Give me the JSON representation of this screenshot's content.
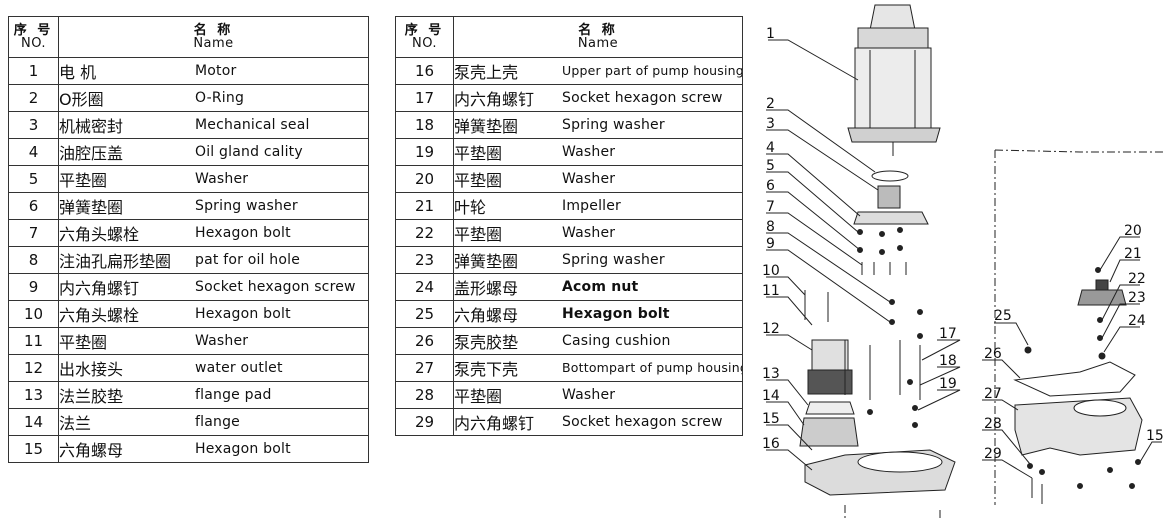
{
  "header": {
    "no_cn": "序 号",
    "no_en": "NO.",
    "name_cn": "名 称",
    "name_en": "Name"
  },
  "left_table": [
    {
      "no": "1",
      "cn": "电 机",
      "en": "Motor"
    },
    {
      "no": "2",
      "cn": "O形圈",
      "en": "O-Ring"
    },
    {
      "no": "3",
      "cn": "机械密封",
      "en": "Mechanical seal"
    },
    {
      "no": "4",
      "cn": "油腔压盖",
      "en": "Oil gland cality"
    },
    {
      "no": "5",
      "cn": "平垫圈",
      "en": "Washer"
    },
    {
      "no": "6",
      "cn": "弹簧垫圈",
      "en": "Spring washer"
    },
    {
      "no": "7",
      "cn": "六角头螺栓",
      "en": "Hexagon bolt"
    },
    {
      "no": "8",
      "cn": "注油孔扁形垫圈",
      "en": "pat for oil hole"
    },
    {
      "no": "9",
      "cn": "内六角螺钉",
      "en": "Socket hexagon screw"
    },
    {
      "no": "10",
      "cn": "六角头螺栓",
      "en": "Hexagon bolt"
    },
    {
      "no": "11",
      "cn": "平垫圈",
      "en": "Washer"
    },
    {
      "no": "12",
      "cn": "出水接头",
      "en": "water outlet"
    },
    {
      "no": "13",
      "cn": "法兰胶垫",
      "en": "flange pad"
    },
    {
      "no": "14",
      "cn": "法兰",
      "en": "flange"
    },
    {
      "no": "15",
      "cn": "六角螺母",
      "en": "Hexagon bolt"
    }
  ],
  "right_table": [
    {
      "no": "16",
      "cn": "泵壳上壳",
      "en": "Upper part of pump housing"
    },
    {
      "no": "17",
      "cn": "内六角螺钉",
      "en": "Socket hexagon screw"
    },
    {
      "no": "18",
      "cn": "弹簧垫圈",
      "en": "Spring washer"
    },
    {
      "no": "19",
      "cn": "平垫圈",
      "en": "Washer"
    },
    {
      "no": "20",
      "cn": "平垫圈",
      "en": "Washer"
    },
    {
      "no": "21",
      "cn": "叶轮",
      "en": "Impeller"
    },
    {
      "no": "22",
      "cn": "平垫圈",
      "en": "Washer"
    },
    {
      "no": "23",
      "cn": "弹簧垫圈",
      "en": "Spring washer"
    },
    {
      "no": "24",
      "cn": "盖形螺母",
      "en": "Acom nut"
    },
    {
      "no": "25",
      "cn": "六角螺母",
      "en": "Hexagon bolt"
    },
    {
      "no": "26",
      "cn": "泵壳胶垫",
      "en": "Casing cushion"
    },
    {
      "no": "27",
      "cn": "泵壳下壳",
      "en": "Bottompart of pump housing"
    },
    {
      "no": "28",
      "cn": "平垫圈",
      "en": "Washer"
    },
    {
      "no": "29",
      "cn": "内六角螺钉",
      "en": "Socket hexagon screw"
    }
  ],
  "callouts": [
    "1",
    "2",
    "3",
    "4",
    "5",
    "6",
    "7",
    "8",
    "9",
    "10",
    "11",
    "12",
    "13",
    "14",
    "15",
    "16",
    "17",
    "18",
    "19",
    "20",
    "21",
    "22",
    "23",
    "24",
    "25",
    "26",
    "27",
    "28",
    "29",
    "15"
  ]
}
